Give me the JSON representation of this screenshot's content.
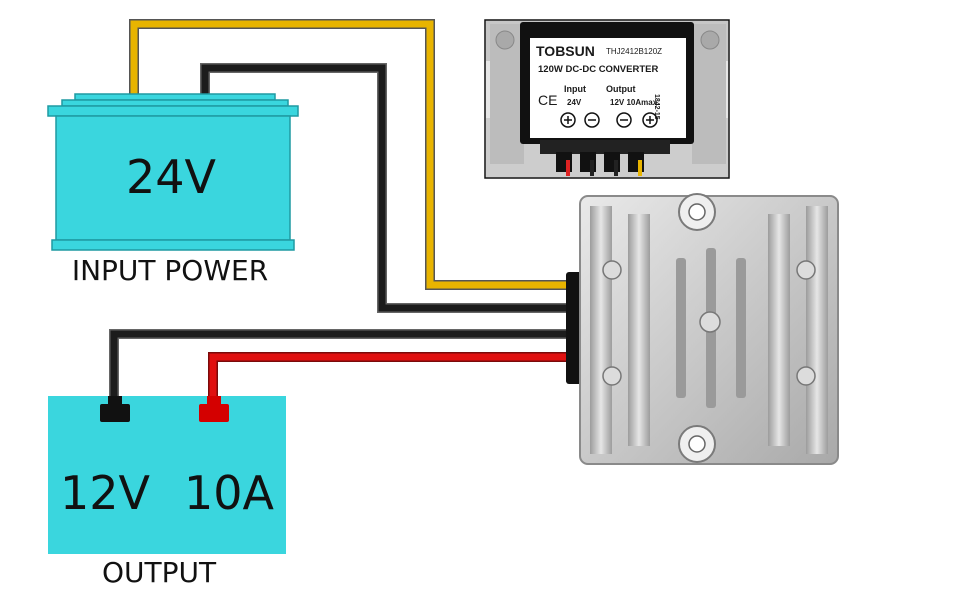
{
  "input": {
    "voltage": "24V",
    "label": "INPUT POWER"
  },
  "output": {
    "voltage": "12V",
    "current": "10A",
    "label": "OUTPUT"
  },
  "label_plate": {
    "brand": "TOBSUN",
    "model": "THJ2412B120Z",
    "title": "120W DC-DC CONVERTER",
    "input_heading": "Input",
    "output_heading": "Output",
    "input_value": "24V",
    "output_value": "12V 10Amax",
    "ce_mark": "CE",
    "batch_code": "1842-15"
  },
  "colors": {
    "battery": "#3ad6de",
    "battery_edge": "#1f9aa2",
    "wire_yellow": "#e8b400",
    "wire_black": "#1c1c1c",
    "wire_red": "#e01010",
    "wire_outline": "#555555"
  },
  "icons": [
    "plus-terminal-icon",
    "minus-terminal-icon"
  ]
}
